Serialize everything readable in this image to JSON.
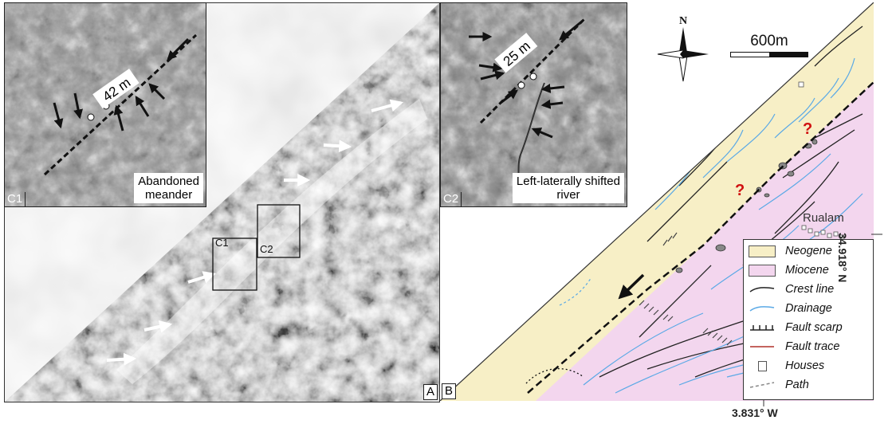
{
  "panels": {
    "a": {
      "label": "A",
      "boxes": [
        {
          "label": "C1"
        },
        {
          "label": "C2"
        }
      ]
    },
    "c1": {
      "label": "C1",
      "offset_label": "42 m",
      "caption": [
        "Abandoned",
        "meander"
      ]
    },
    "c2": {
      "label": "C2",
      "offset_label": "25 m",
      "caption": [
        "Left-laterally shifted",
        "river"
      ]
    },
    "b": {
      "label": "B",
      "north_label": "N",
      "scale_label": "600m",
      "town_label": "Rualam",
      "uncertain_marks": [
        "?",
        "?"
      ]
    }
  },
  "legend": {
    "items": [
      {
        "label": "Neogene",
        "symbol": "swatch",
        "color": "#f7efc6"
      },
      {
        "label": "Miocene",
        "symbol": "swatch",
        "color": "#f3d6ee"
      },
      {
        "label": "Crest line",
        "symbol": "line",
        "color": "#222222"
      },
      {
        "label": "Drainage",
        "symbol": "line",
        "color": "#5aa9e6"
      },
      {
        "label": "Fault scarp",
        "symbol": "ticks",
        "color": "#222222"
      },
      {
        "label": "Fault trace",
        "symbol": "line",
        "color": "#b0302a"
      },
      {
        "label": "Houses",
        "symbol": "square",
        "color": "#555555"
      },
      {
        "label": "Path",
        "symbol": "dashed",
        "color": "#888888"
      }
    ]
  },
  "coordinates": {
    "latitude": "34.918° N",
    "longitude": "3.831° W"
  },
  "colors": {
    "neogene": "#f7efc6",
    "miocene": "#f3d6ee",
    "drainage": "#5aa9e6",
    "fault_trace": "#b0302a",
    "uncertain": "#d01010"
  }
}
